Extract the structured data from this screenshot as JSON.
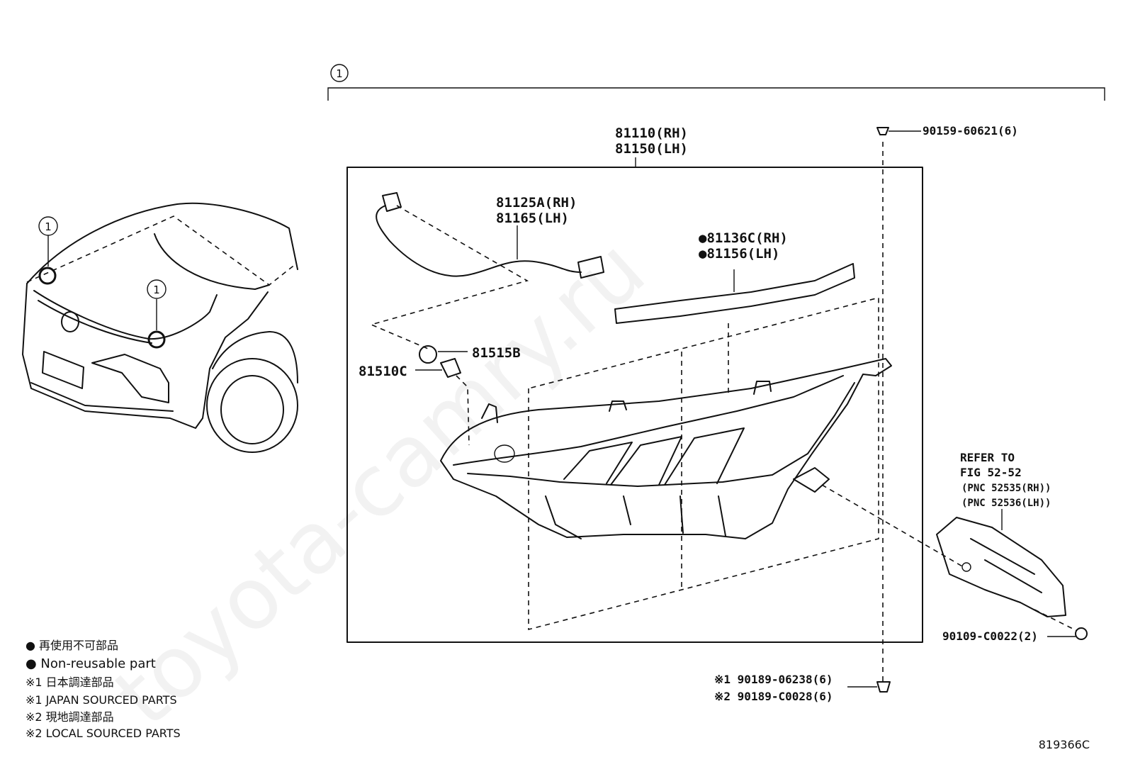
{
  "watermark": "toyota-camry.ru",
  "callout": "1",
  "parts": {
    "headlamp_rh": "81110(RH)",
    "headlamp_lh": "81150(LH)",
    "wire_rh": "81125A(RH)",
    "wire_lh": "81165(LH)",
    "gasket_rh": "●81136C(RH)",
    "gasket_lh": "●81156(LH)",
    "socket": "81515B",
    "bulb": "81510C",
    "screw_top": "90159-60621(6)",
    "bracket_bolt": "90109-C0022(2)",
    "clip_1": "※1 90189-06238(6)",
    "clip_2": "※2 90189-C0028(6)"
  },
  "refer": {
    "line1": "REFER TO",
    "line2": "FIG 52-52",
    "line3": "(PNC 52535(RH))",
    "line4": "(PNC 52536(LH))"
  },
  "legend": [
    "● 再使用不可部品",
    "● Non-reusable part",
    "※1 日本調達部品",
    "※1 JAPAN SOURCED PARTS",
    "※2 現地調達部品",
    "※2 LOCAL SOURCED PARTS"
  ],
  "figure_code": "819366C"
}
